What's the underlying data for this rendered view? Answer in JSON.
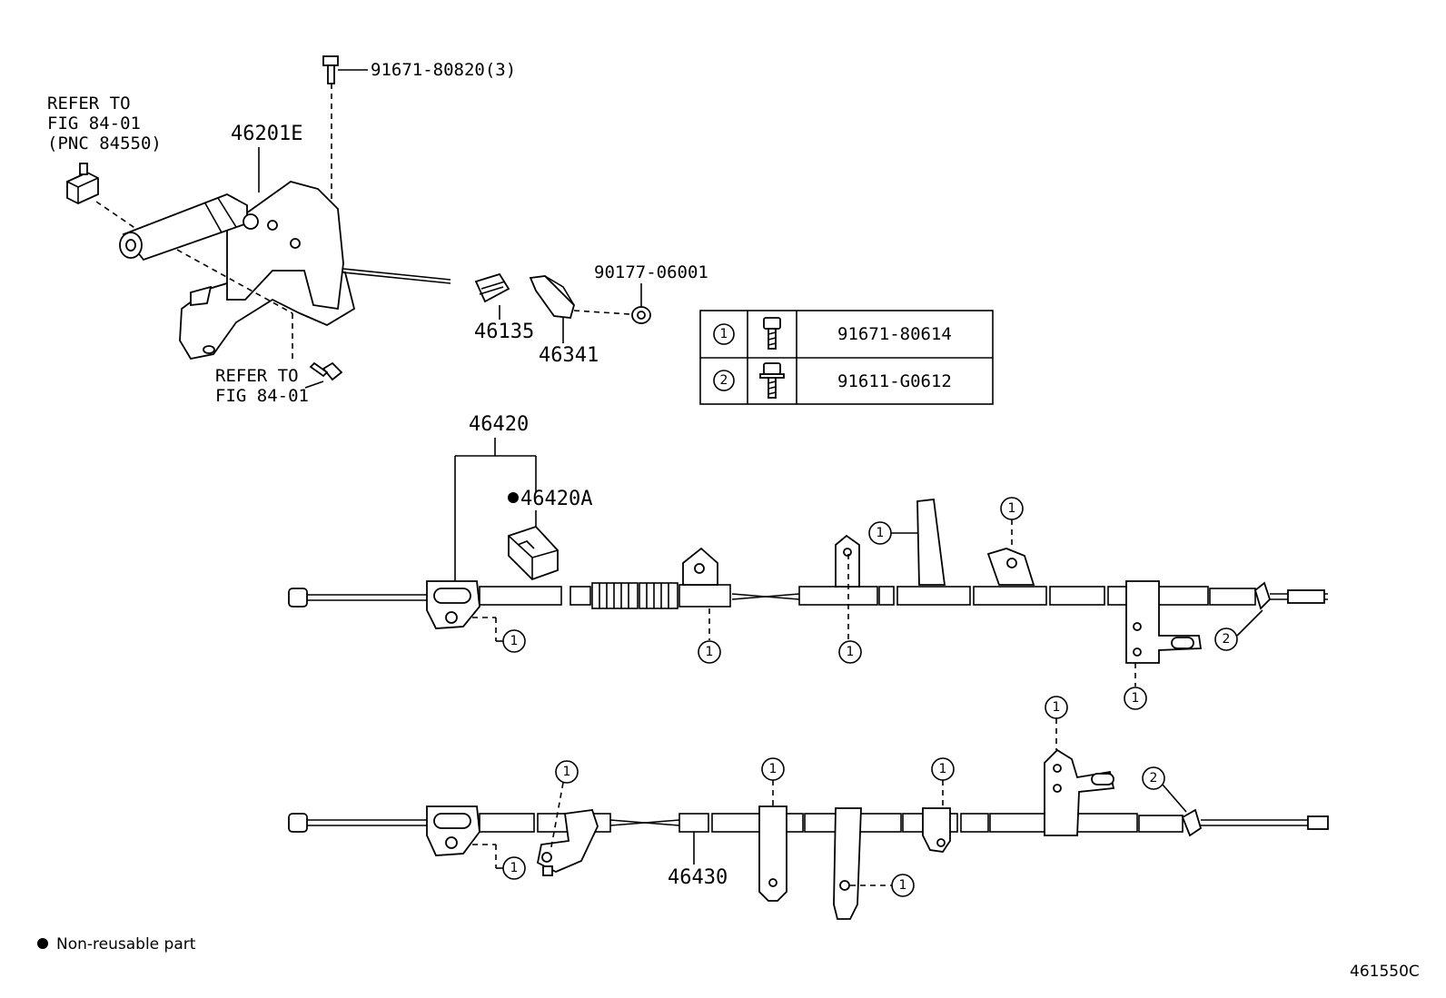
{
  "labels": {
    "bolt_top": "91671-80820(3)",
    "refer_top": [
      "REFER TO",
      "FIG 84-01",
      "(PNC 84550)"
    ],
    "lever": "46201E",
    "refer_bottom": [
      "REFER TO",
      "FIG 84-01"
    ],
    "p46135": "46135",
    "p46341": "46341",
    "p90177": "90177-06001",
    "p46420": "46420",
    "p46420A": "46420A",
    "p46430": "46430"
  },
  "legend_table": [
    {
      "num": "1",
      "part": "91671-80614"
    },
    {
      "num": "2",
      "part": "91611-G0612"
    }
  ],
  "callouts": {
    "one": "1",
    "two": "2"
  },
  "footnote": "Non-reusable part",
  "figure_id": "461550C"
}
